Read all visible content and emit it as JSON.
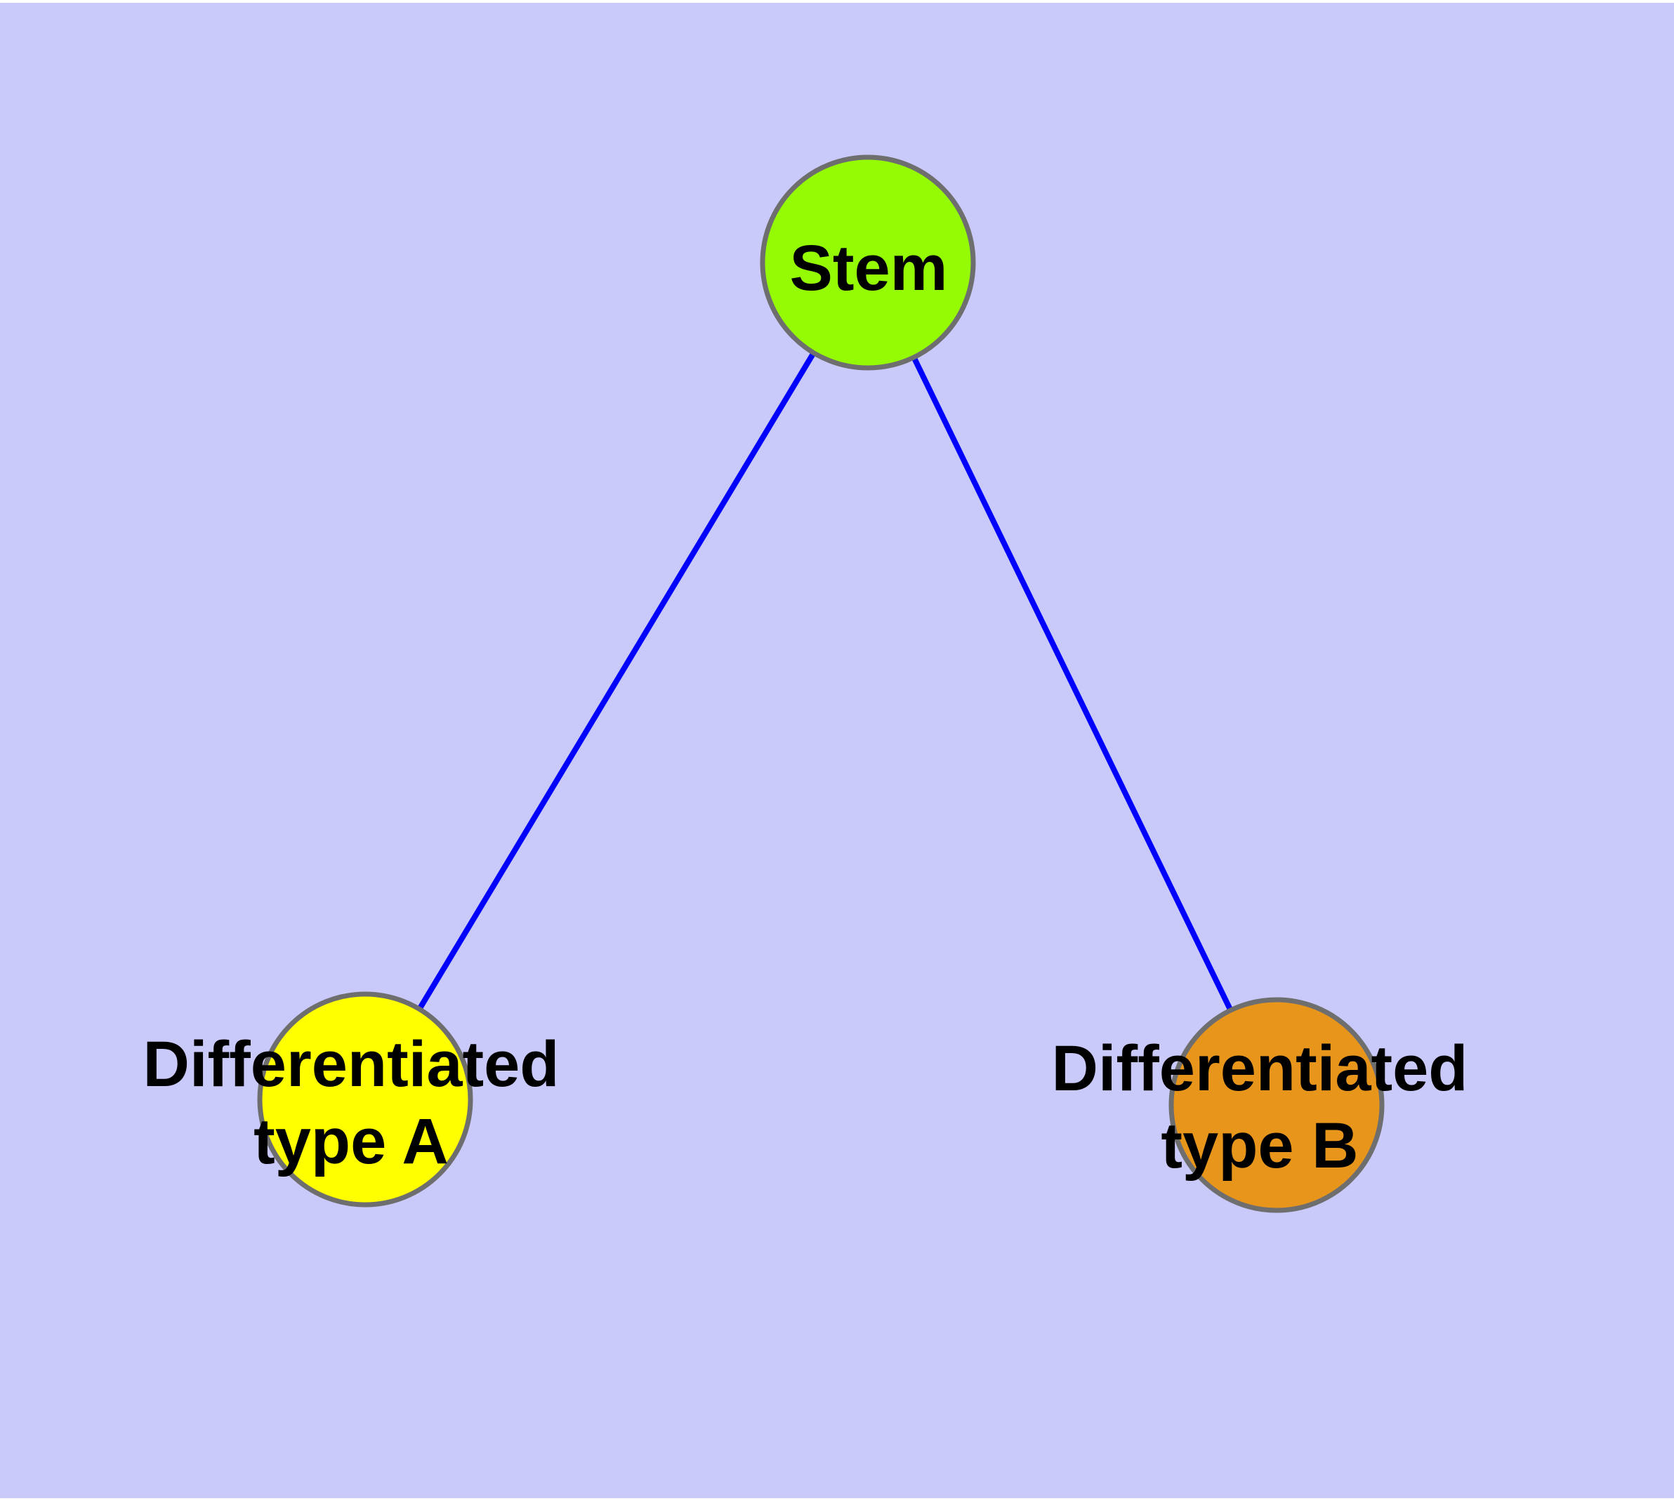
{
  "diagram": {
    "background_color": "#C9C9FA",
    "page_border_color": "#FFFFFF",
    "edge_color": "#0000FF",
    "node_border_color": "#6E6E6E",
    "label_color": "#000000",
    "nodes": [
      {
        "id": "stem",
        "label": "Stem",
        "lines": [
          "Stem"
        ],
        "fill": "#94FB05"
      },
      {
        "id": "differentiated-type-a",
        "label": "Differentiated type A",
        "lines": [
          "Differentiated",
          "type A"
        ],
        "fill": "#FFFF00"
      },
      {
        "id": "differentiated-type-b",
        "label": "Differentiated type B",
        "lines": [
          "Differentiated",
          "type B"
        ],
        "fill": "#E8951C"
      }
    ],
    "edges": [
      {
        "from": "Stem",
        "to": "Differentiated type A"
      },
      {
        "from": "Stem",
        "to": "Differentiated type B"
      }
    ]
  }
}
